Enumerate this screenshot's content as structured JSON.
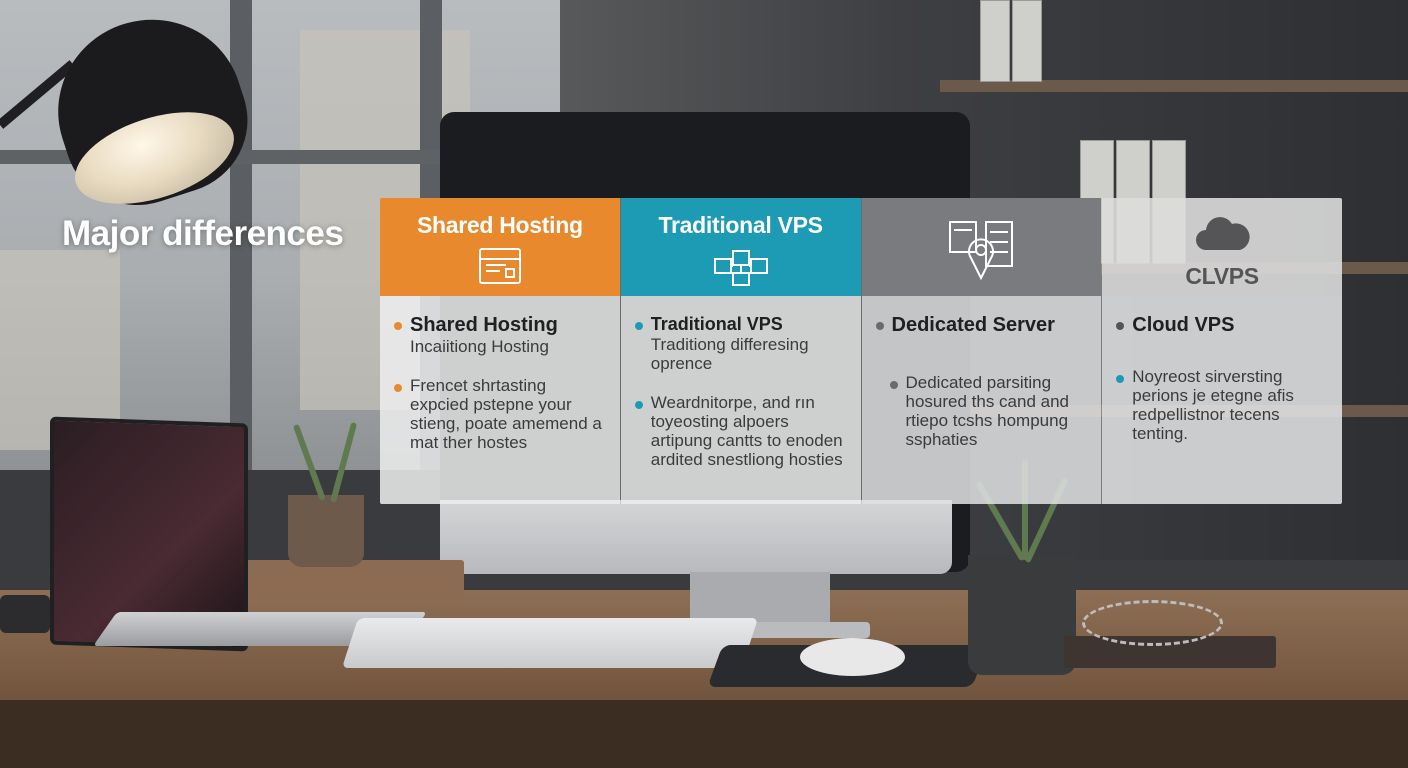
{
  "heading": "Major differences",
  "colors": {
    "shared_header": "#e8892e",
    "vps_header": "#1d9bb5",
    "dedicated_header": "#7a7b7e",
    "cloud_header": "#dcdcdc",
    "shared_dot": "#e8892e",
    "vps_dot": "#1d9bb5",
    "dedicated_dot": "#6b6b6e",
    "cloud_dot": "#555558"
  },
  "columns": [
    {
      "header_title": "Shared Hosting",
      "header_icon": "server-panel-icon",
      "items": [
        {
          "name": "Shared Hosting",
          "desc": "Incaiitiong Hosting"
        },
        {
          "name": "",
          "desc": "Frencet shrtasting expcied pstepne your stieng, poate amemend a mat ther hostes"
        }
      ]
    },
    {
      "header_title": "Traditional VPS",
      "header_icon": "network-servers-icon",
      "items": [
        {
          "name": "Traditional VPS",
          "desc": "Traditiong differesing oprence"
        },
        {
          "name": "",
          "desc": "Weardnitorpe, and rın toyeosting alpoers artipung cantts to enoden ardited snestliong hosties"
        }
      ]
    },
    {
      "header_title": "",
      "header_icon": "server-location-icon",
      "items": [
        {
          "name": "Dedicated Server",
          "desc": ""
        },
        {
          "name": "",
          "desc": "Dedicated parsiting hosured ths cand and rtiepo tcshs hompung ssphaties"
        }
      ]
    },
    {
      "header_title": "CLVPS",
      "header_icon": "cloud-icon",
      "items": [
        {
          "name": "Cloud VPS",
          "desc": ""
        },
        {
          "name": "",
          "desc": "Noyreost sirversting perions je etegne afis redpellistnor tecens tenting."
        }
      ]
    }
  ]
}
